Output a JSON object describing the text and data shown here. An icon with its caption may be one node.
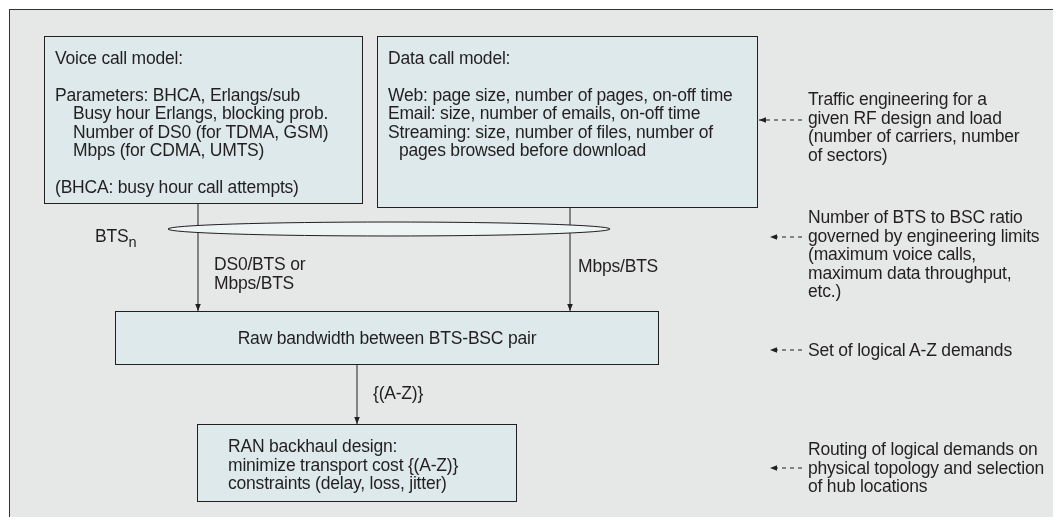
{
  "diagram": {
    "nodes": [
      {
        "text": [
          "Voice call model:",
          "Parameters: BHCA, Erlangs/sub",
          "Busy hour Erlangs, blocking prob.",
          "Number of DS0 (for TDMA, GSM)",
          "Mbps (for CDMA, UMTS)",
          "(BHCA: busy hour call attempts)"
        ]
      },
      {
        "text": [
          "Data call model:",
          "Web: page size, number of pages, on-off time",
          "Email: size, number of emails, on-off time",
          "Streaming: size, number of files, number of pages browsed before download"
        ]
      },
      {
        "text": [],
        "shape": "ellipse",
        "beside": [
          "BTS$_{n}$"
        ]
      },
      {
        "text": [
          "Raw bandwidth between BTS-BSC pair"
        ]
      },
      {
        "text": [
          "RAN backhaul design:",
          "minimize transport cost {(A-Z)}",
          "constraints (delay, loss, jitter)"
        ]
      },
      {
        "text": [
          "Traffic engineering for a given RF design and load (number of carriers, number of sectors)"
        ]
      },
      {
        "text": [
          "Number of BTS to BSC ratio governed by engineering limits (maximum voice calls, maximum data throughput, etc.)"
        ]
      },
      {
        "text": [
          "Set of logical A-Z demands"
        ]
      },
      {
        "text": [
          "Routing of logical demands on physical topology and selection of hub locations"
        ]
      }
    ],
    "edges": [
      {
        "from": 0,
        "to": 3,
        "arrow": "to",
        "label": "DS0/BTS or Mbps/BTS"
      },
      {
        "from": 1,
        "to": 3,
        "arrow": "to",
        "label": "Mbps/BTS"
      },
      {
        "from": 3,
        "to": 4,
        "arrow": "to",
        "label": "{(A-Z)}"
      },
      {
        "from": 5,
        "to": 1,
        "arrow": "to",
        "style": "dashed"
      },
      {
        "from": 6,
        "to": null,
        "arrow": "to",
        "style": "dashed"
      },
      {
        "from": 7,
        "to": null,
        "arrow": "to",
        "style": "dashed"
      },
      {
        "from": 8,
        "to": null,
        "arrow": "to",
        "style": "dashed"
      }
    ]
  }
}
